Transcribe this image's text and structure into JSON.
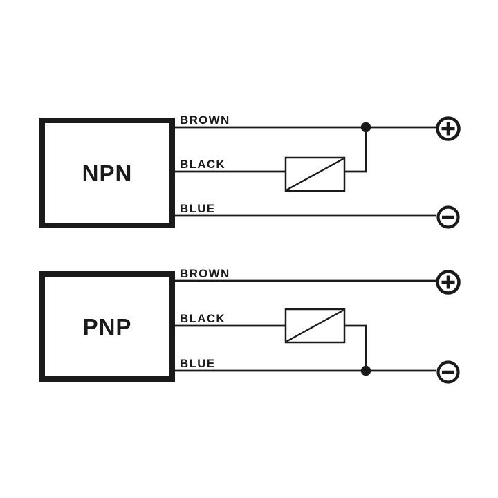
{
  "diagram": {
    "type": "wiring-diagram",
    "background_color": "#ffffff",
    "line_color": "#1a1a1a",
    "circuits": [
      {
        "device_label": "NPN",
        "wires": [
          {
            "label": "BROWN",
            "terminal_symbol": "+"
          },
          {
            "label": "BLACK",
            "terminal_symbol": ""
          },
          {
            "label": "BLUE",
            "terminal_symbol": "−"
          }
        ],
        "load_symbol": "rectangle-with-diagonal",
        "load_junction_wire": "BROWN"
      },
      {
        "device_label": "PNP",
        "wires": [
          {
            "label": "BROWN",
            "terminal_symbol": "+"
          },
          {
            "label": "BLACK",
            "terminal_symbol": ""
          },
          {
            "label": "BLUE",
            "terminal_symbol": "−"
          }
        ],
        "load_symbol": "rectangle-with-diagonal",
        "load_junction_wire": "BLUE"
      }
    ]
  }
}
